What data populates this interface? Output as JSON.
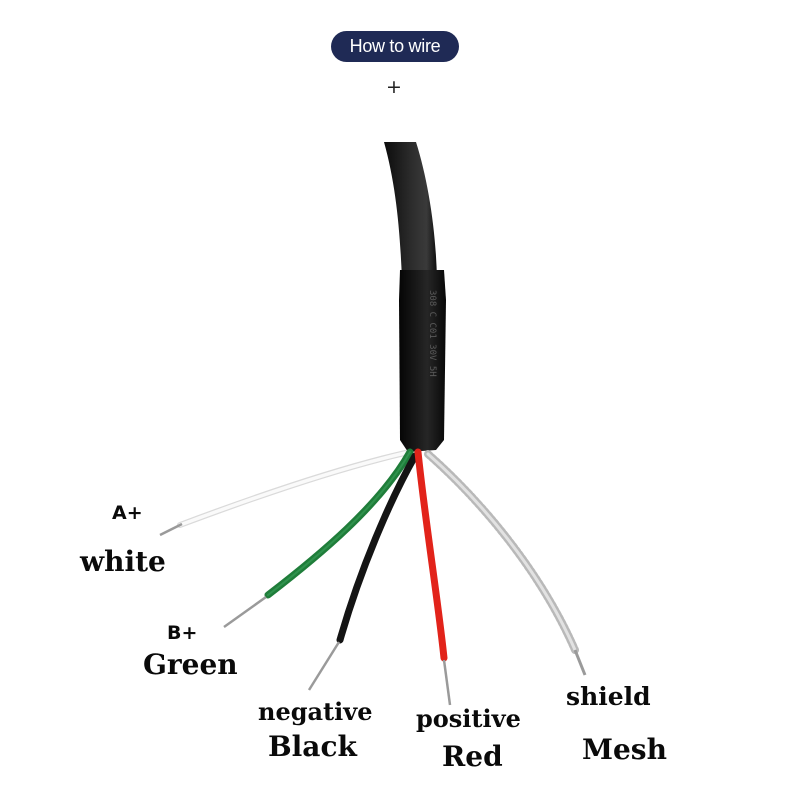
{
  "header": {
    "badge": "How to wire",
    "plus": "+"
  },
  "wires": [
    {
      "code": "A+",
      "color_name": "white",
      "hex": "#f4f4f4"
    },
    {
      "code": "B+",
      "color_name": "Green",
      "hex": "#1f7d3a"
    },
    {
      "code": "negative",
      "color_name": "Black",
      "hex": "#141414"
    },
    {
      "code": "positive",
      "color_name": "Red",
      "hex": "#e2231a"
    },
    {
      "code": "shield",
      "color_name": "Mesh",
      "hex": "#b9b9b9"
    }
  ],
  "colors": {
    "badge_bg": "#1f2a55",
    "cable": "#1a1a1a"
  }
}
